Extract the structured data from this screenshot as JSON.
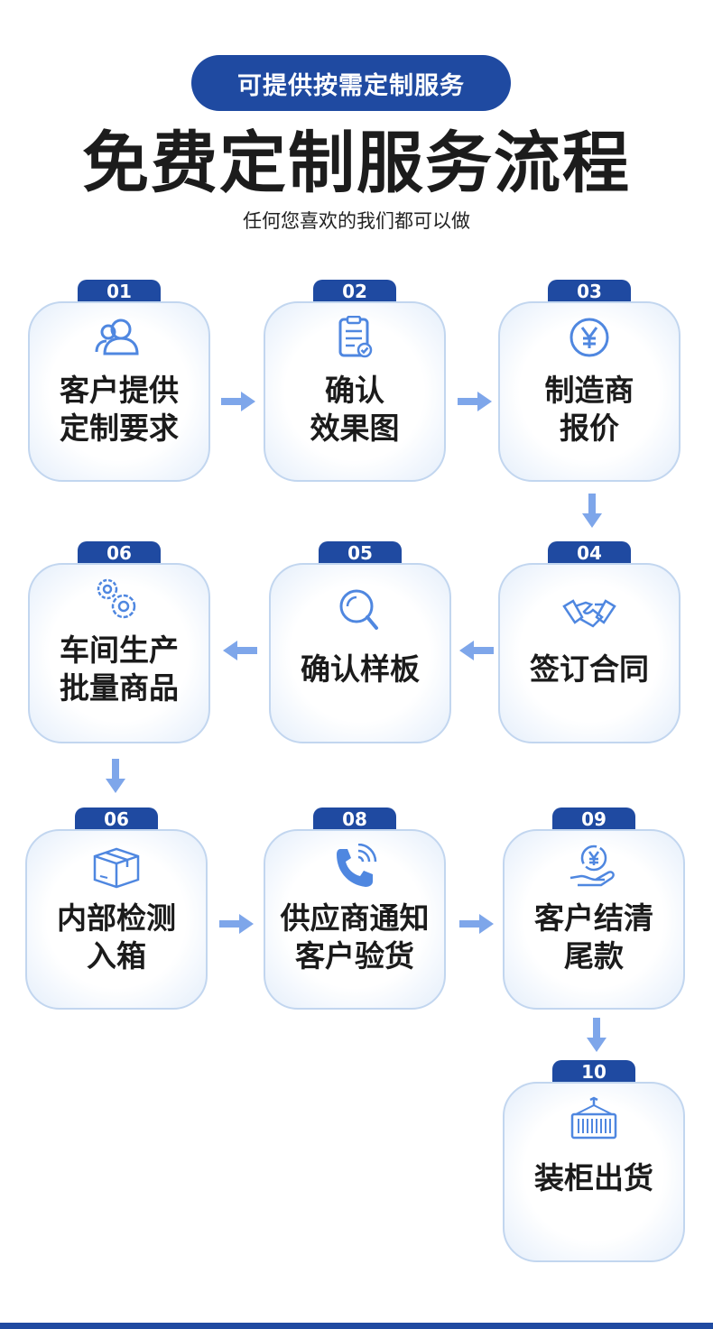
{
  "header": {
    "pill": "可提供按需定制服务",
    "title": "免费定制服务流程",
    "subtitle": "任何您喜欢的我们都可以做"
  },
  "steps": [
    {
      "num": "01",
      "line1": "客户提供",
      "line2": "定制要求",
      "icon": "users-icon"
    },
    {
      "num": "02",
      "line1": "确认",
      "line2": "效果图",
      "icon": "clipboard-check-icon"
    },
    {
      "num": "03",
      "line1": "制造商",
      "line2": "报价",
      "icon": "yen-icon"
    },
    {
      "num": "04",
      "line1": "签订合同",
      "line2": "",
      "icon": "handshake-icon"
    },
    {
      "num": "05",
      "line1": "确认样板",
      "line2": "",
      "icon": "magnifier-icon"
    },
    {
      "num": "06",
      "line1": "车间生产",
      "line2": "批量商品",
      "icon": "gears-icon"
    },
    {
      "num": "06",
      "line1": "内部检测",
      "line2": "入箱",
      "icon": "box-icon"
    },
    {
      "num": "08",
      "line1": "供应商通知",
      "line2": "客户验货",
      "icon": "phone-icon"
    },
    {
      "num": "09",
      "line1": "客户结清",
      "line2": "尾款",
      "icon": "yen-hand-icon"
    },
    {
      "num": "10",
      "line1": "装柜出货",
      "line2": "",
      "icon": "container-icon"
    }
  ],
  "colors": {
    "accent": "#1f4aa1",
    "arrow": "#7ea6ea",
    "icon": "#4f87e0",
    "card_border": "#c2d6ef"
  }
}
